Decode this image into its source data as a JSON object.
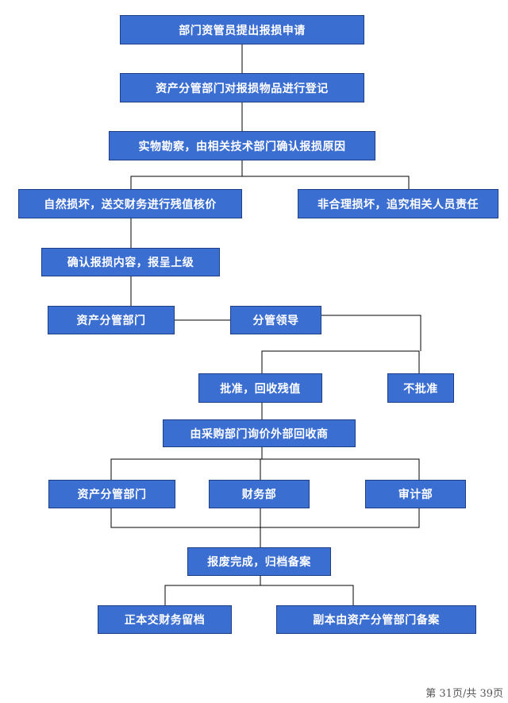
{
  "colors": {
    "box_fill": "#3b6ed1",
    "box_border": "#1e3f85",
    "box_text": "#ffffff",
    "line": "#000000"
  },
  "nodes": {
    "apply": "部门资管员提出报损申请",
    "register": "资产分管部门对报损物品进行登记",
    "inspect": "实物勘察，由相关技术部门确认报损原因",
    "natural_damage": "自然损坏，送交财务进行残值核价",
    "unreasonable_damage": "非合理损坏，追究相关人员责任",
    "confirm_report": "确认报损内容，报呈上级",
    "asset_dept_1": "资产分管部门",
    "leader": "分管领导",
    "approve": "批准，回收残值",
    "reject": "不批准",
    "purchase_inquiry": "由采购部门询价外部回收商",
    "asset_dept_2": "资产分管部门",
    "finance": "财务部",
    "audit": "审计部",
    "scrap_complete": "报废完成，归档备案",
    "original_finance": "正本交财务留档",
    "copy_asset_dept": "副本由资产分管部门备案"
  },
  "footer": {
    "page_label": "第 31页/共 39页"
  }
}
